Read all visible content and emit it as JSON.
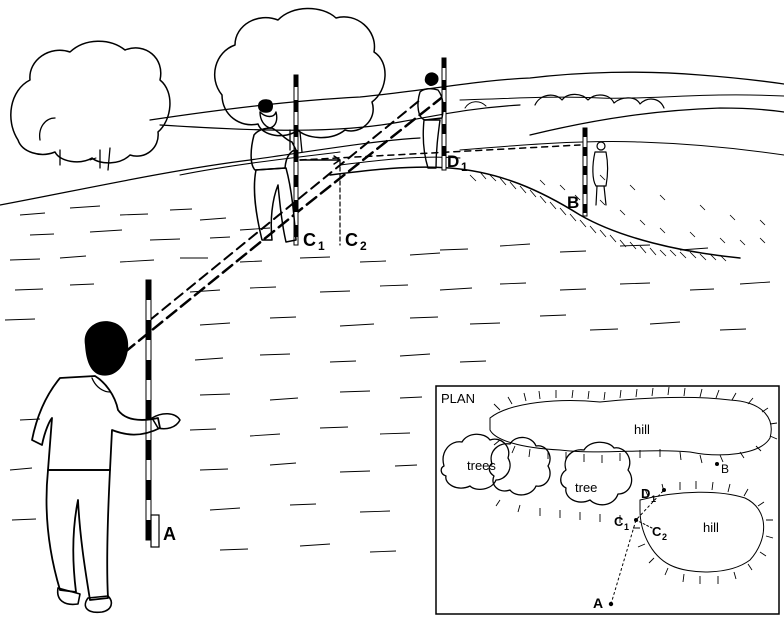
{
  "scene": {
    "point_labels": {
      "A": "A",
      "B": "B",
      "C1_main": "C",
      "C1_sub": "1",
      "C2_main": "C",
      "C2_sub": "2",
      "D1_main": "D",
      "D1_sub": "1"
    }
  },
  "plan": {
    "title": "PLAN",
    "hill_top": "hill",
    "hill_bottom": "hill",
    "trees": "trees",
    "tree": "tree",
    "A": "A",
    "B": "B",
    "C1_main": "C",
    "C1_sub": "1",
    "C2_main": "C",
    "C2_sub": "2",
    "D1_main": "D",
    "D1_sub": "1"
  }
}
